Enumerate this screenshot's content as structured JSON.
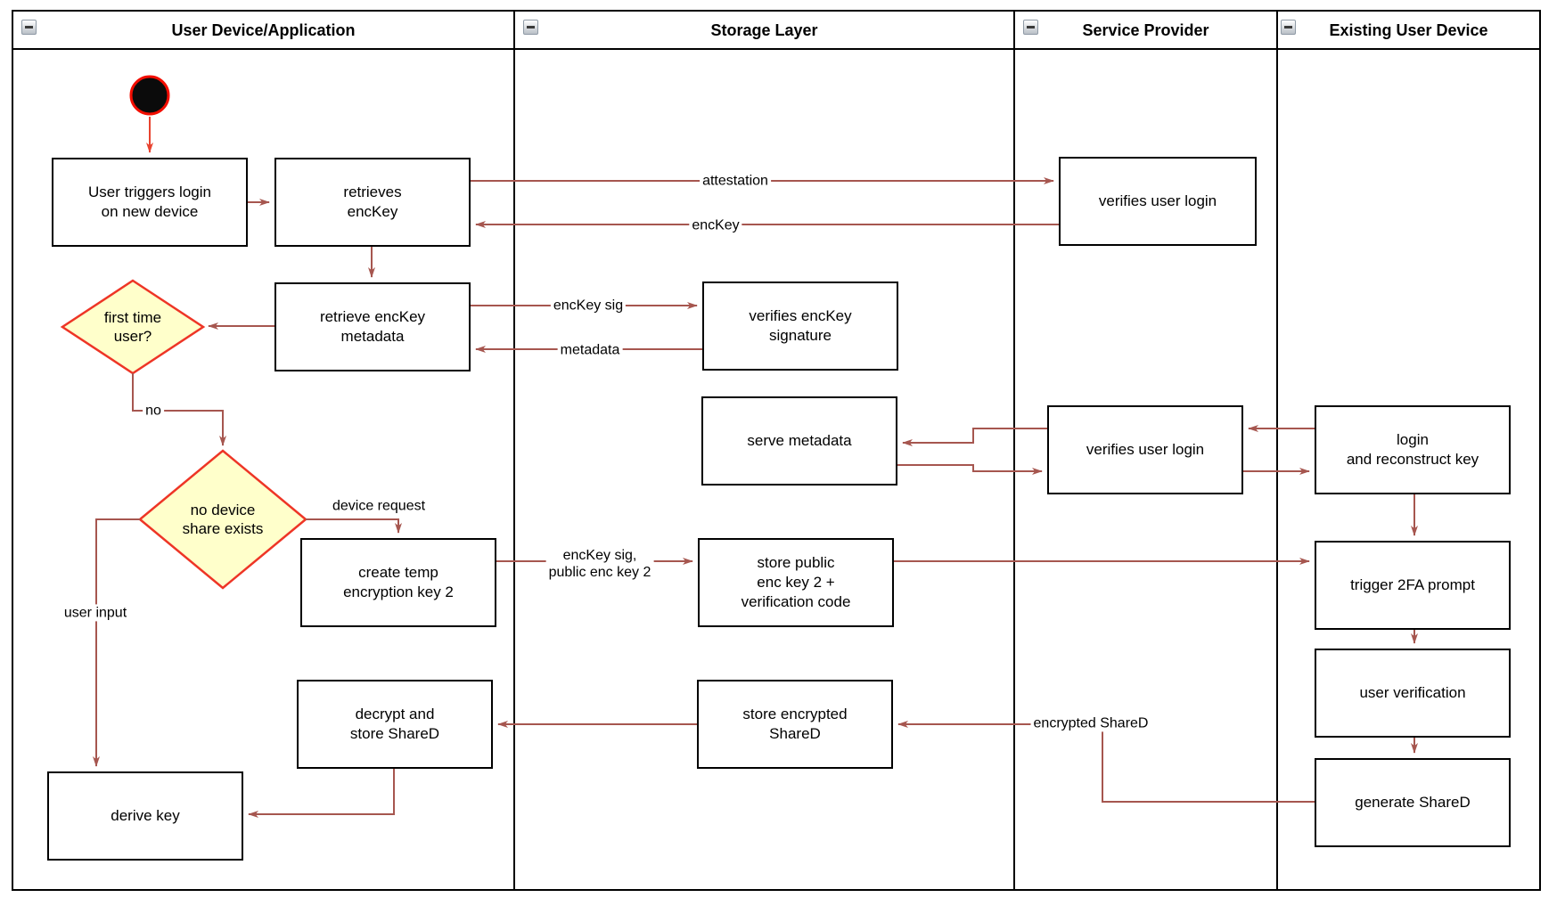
{
  "lanes": [
    {
      "title": "User Device/Application"
    },
    {
      "title": "Storage Layer"
    },
    {
      "title": "Service Provider"
    },
    {
      "title": "Existing User Device"
    }
  ],
  "nodes": {
    "user_triggers": {
      "label": "User triggers login\non new device"
    },
    "retrieves_enckey": {
      "label": "retrieves\nencKey"
    },
    "verifies_user_login_1": {
      "label": "verifies user login"
    },
    "retrieve_metadata": {
      "label": "retrieve encKey\nmetadata"
    },
    "verifies_signature": {
      "label": "verifies encKey\nsignature"
    },
    "serve_metadata": {
      "label": "serve metadata"
    },
    "verifies_user_login_2": {
      "label": "verifies user login"
    },
    "login_reconstruct": {
      "label": "login\nand reconstruct key"
    },
    "create_temp_key": {
      "label": "create temp\nencryption key 2"
    },
    "store_public_key": {
      "label": "store public\nenc key 2 +\nverification code"
    },
    "trigger_2fa": {
      "label": "trigger 2FA prompt"
    },
    "user_verification": {
      "label": "user verification"
    },
    "generate_shared": {
      "label": "generate ShareD"
    },
    "decrypt_store": {
      "label": "decrypt and\nstore ShareD"
    },
    "store_encrypted": {
      "label": "store encrypted\nShareD"
    },
    "derive_key": {
      "label": "derive key"
    }
  },
  "decisions": {
    "first_time_user": {
      "label": "first time\nuser?"
    },
    "no_device_share": {
      "label": "no device\nshare exists"
    }
  },
  "edge_labels": {
    "attestation": "attestation",
    "enckey": "encKey",
    "enckey_sig": "encKey sig",
    "metadata": "metadata",
    "no": "no",
    "device_request": "device request",
    "enckey_sig_pub": "encKey sig,\npublic enc key 2",
    "user_input": "user input",
    "encrypted_shared": "encrypted ShareD"
  },
  "colors": {
    "connector": "#a6564f",
    "start_arrow": "#e8432f",
    "start_ring": "#f20d00",
    "start_fill": "#0b0b0b",
    "diamond_fill": "#ffffcb",
    "diamond_border": "#ee3526",
    "node_border": "#000000",
    "lane_border": "#000000"
  }
}
